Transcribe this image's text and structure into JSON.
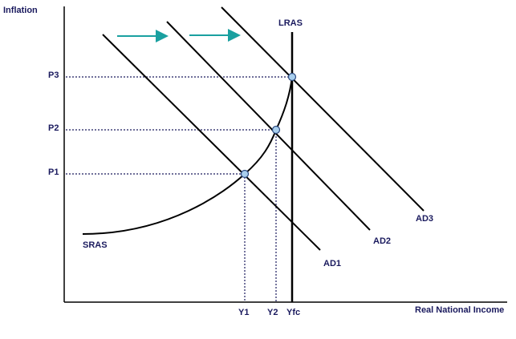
{
  "axes": {
    "y_label": "Inflation",
    "x_label": "Real National Income"
  },
  "curves": {
    "lras": "LRAS",
    "sras": "SRAS",
    "ad1": "AD1",
    "ad2": "AD2",
    "ad3": "AD3"
  },
  "price_levels": [
    "P1",
    "P2",
    "P3"
  ],
  "output_levels": [
    "Y1",
    "Y2",
    "Yfc"
  ],
  "colors": {
    "curve": "#000000",
    "label": "#1a1a5e",
    "guide": "#1a1a5e",
    "shift_arrow": "#1aa0a0",
    "point_fill": "#a9cfee",
    "point_stroke": "#2c4a80"
  }
}
